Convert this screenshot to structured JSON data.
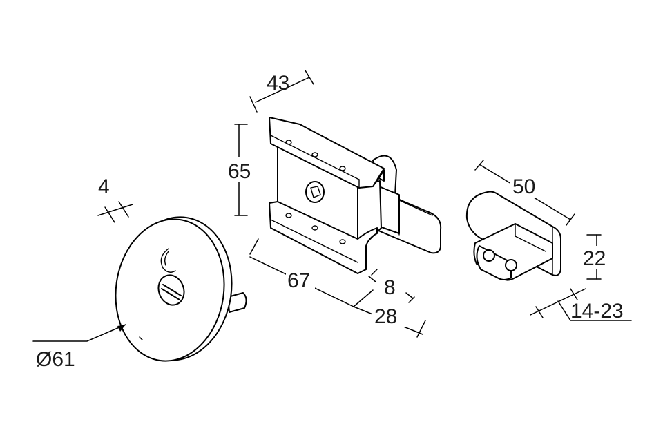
{
  "dimensions": {
    "rosette_thickness": "4",
    "rosette_diameter": "Ø61",
    "lock_depth": "43",
    "lock_height": "65",
    "lock_width": "67",
    "bolt_thickness": "8",
    "bolt_throw": "28",
    "keeper_length": "50",
    "keeper_height": "22",
    "door_thickness": "14-23"
  }
}
